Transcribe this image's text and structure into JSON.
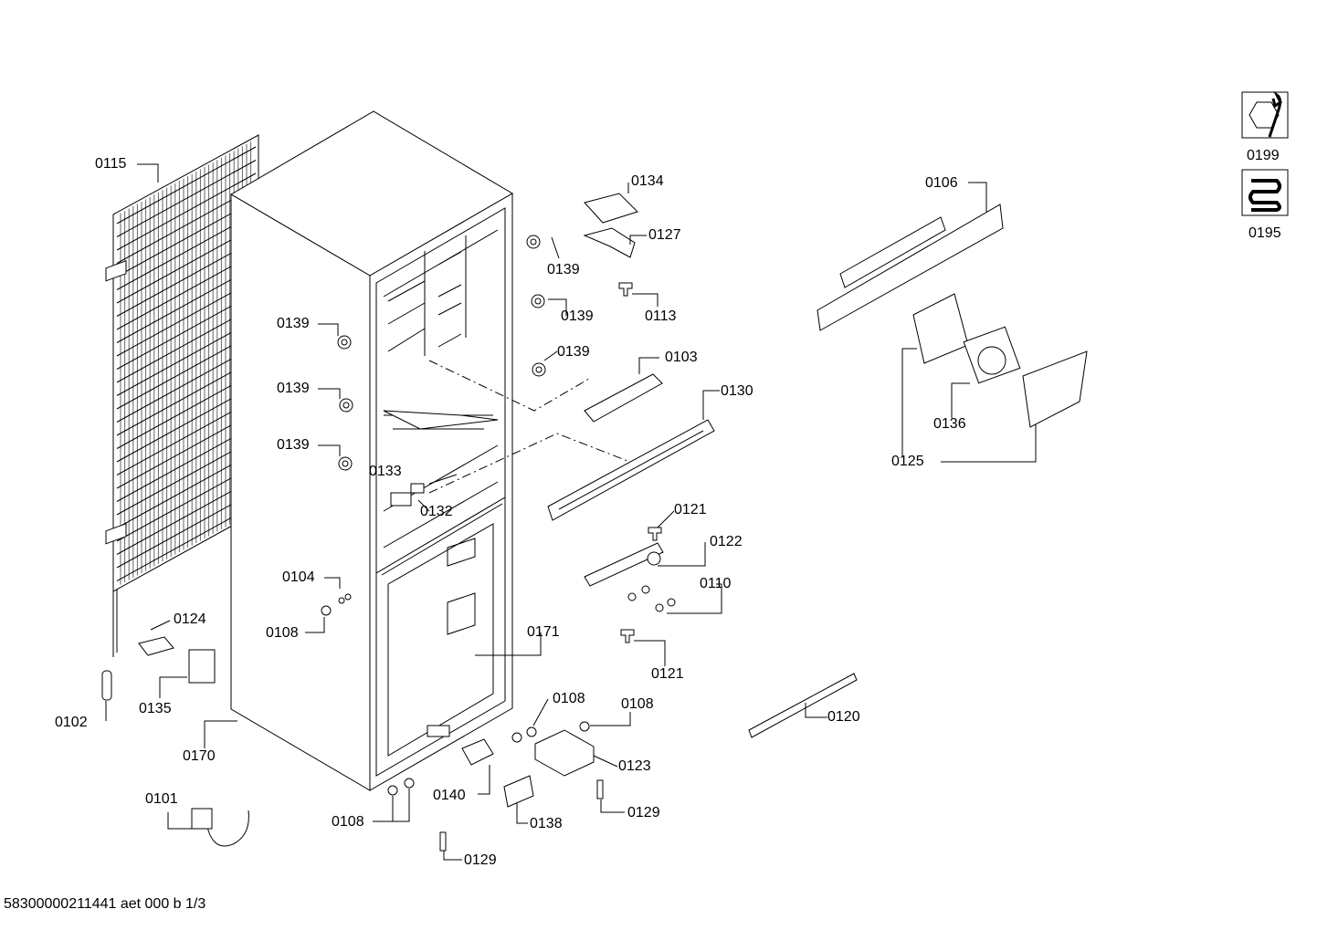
{
  "labels": {
    "p0115": "0115",
    "p0139a": "0139",
    "p0139b": "0139",
    "p0139c": "0139",
    "p0139d": "0139",
    "p0139e": "0139",
    "p0139f": "0139",
    "p0134": "0134",
    "p0127": "0127",
    "p0113": "0113",
    "p0103": "0103",
    "p0130": "0130",
    "p0133": "0133",
    "p0132": "0132",
    "p0121a": "0121",
    "p0122": "0122",
    "p0110": "0110",
    "p0121b": "0121",
    "p0104": "0104",
    "p0108a": "0108",
    "p0124": "0124",
    "p0171": "0171",
    "p0135": "0135",
    "p0102": "0102",
    "p0170": "0170",
    "p0108b": "0108",
    "p0108c": "0108",
    "p0123": "0123",
    "p0140": "0140",
    "p0138": "0138",
    "p0129a": "0129",
    "p0108d": "0108",
    "p0129b": "0129",
    "p0101": "0101",
    "p0106": "0106",
    "p0136": "0136",
    "p0125": "0125",
    "p0120": "0120",
    "p0199": "0199",
    "p0195": "0195"
  },
  "icons": {
    "service_kit": "wrench-hexnut-icon",
    "condenser": "coil-icon"
  },
  "footer": "58300000211441 aet 000 b 1/3"
}
